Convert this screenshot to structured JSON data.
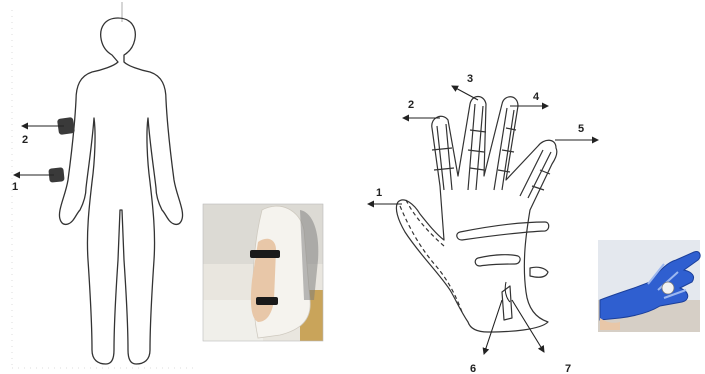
{
  "body_diagram": {
    "labels": [
      "2",
      "1"
    ]
  },
  "hand_diagram": {
    "labels": [
      "1",
      "2",
      "3",
      "4",
      "5",
      "6",
      "7"
    ]
  },
  "photos": {
    "arm_photo": "arm-with-sensor-bands-photo",
    "glove_photo": "blue-sensor-glove-photo"
  },
  "colors": {
    "line": "#333333",
    "band": "#3a3a3a",
    "glove": "#2f5fd0"
  }
}
